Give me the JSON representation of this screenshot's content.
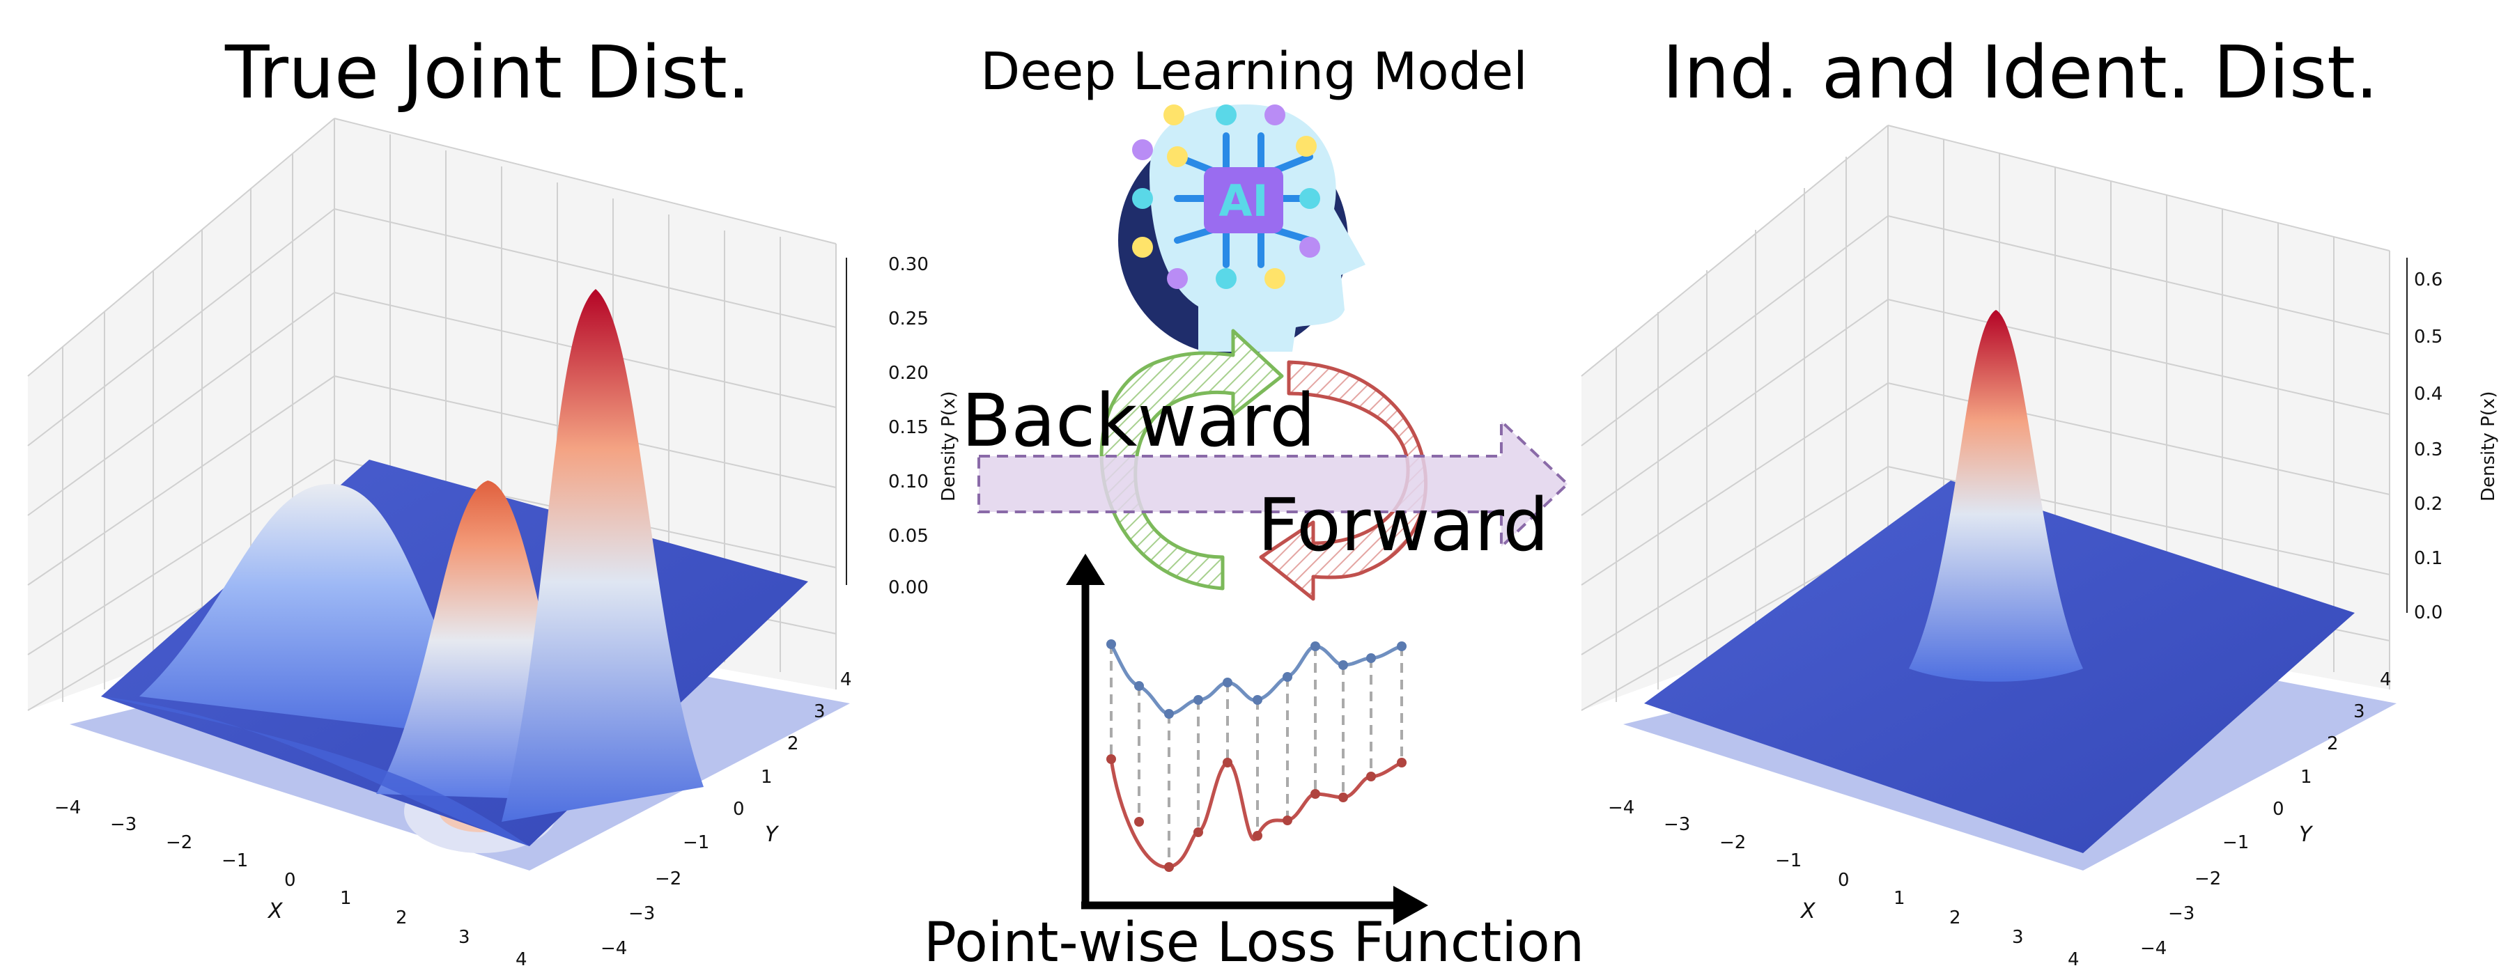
{
  "titles": {
    "left": "True Joint Dist.",
    "center": "Deep Learning Model",
    "right": "Ind. and Ident. Dist.",
    "bottom": "Point-wise Loss Function"
  },
  "labels": {
    "backward": "Backward",
    "forward": "Forward",
    "ai_chip": "AI",
    "density": "Density P(x)",
    "x_axis": "X",
    "y_axis": "Y"
  },
  "left_plot": {
    "z_ticks": [
      "0.00",
      "0.05",
      "0.10",
      "0.15",
      "0.20",
      "0.25",
      "0.30"
    ],
    "x_ticks": [
      "−4",
      "−3",
      "−2",
      "−1",
      "0",
      "1",
      "2",
      "3",
      "4"
    ],
    "y_ticks": [
      "−4",
      "−3",
      "−2",
      "−1",
      "0",
      "1",
      "2",
      "3",
      "4"
    ]
  },
  "right_plot": {
    "z_ticks": [
      "0.0",
      "0.1",
      "0.2",
      "0.3",
      "0.4",
      "0.5",
      "0.6"
    ],
    "x_ticks": [
      "−4",
      "−3",
      "−2",
      "−1",
      "0",
      "1",
      "2",
      "3",
      "4"
    ],
    "y_ticks": [
      "−4",
      "−3",
      "−2",
      "−1",
      "0",
      "1",
      "2",
      "3",
      "4"
    ]
  },
  "icons": {
    "head": "ai-head-icon",
    "backward_arrow": "green-circular-arrow-icon",
    "forward_arrow": "red-circular-arrow-icon",
    "horizontal_arrow": "dashed-purple-arrow-icon"
  },
  "colors": {
    "surface_low": "#3b4cc0",
    "surface_high": "#b40426",
    "backward_green": "#7cb95a",
    "forward_red": "#c0504d",
    "dashed_arrow": "#e2d4ec",
    "head_navy": "#1f2d6b",
    "head_light": "#cdeefa"
  }
}
